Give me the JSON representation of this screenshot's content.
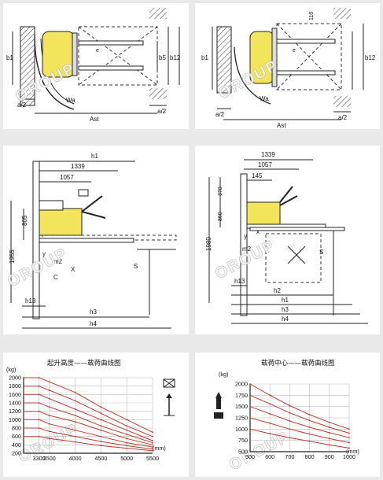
{
  "watermark": "OROUP",
  "panel1": {
    "labels": {
      "b1": "b1",
      "b5": "b5",
      "b12": "b12",
      "e": "e",
      "wa": "Wa",
      "ast": "Ast",
      "a2_left": "a/2",
      "a2_right": "a/2"
    }
  },
  "panel2": {
    "labels": {
      "top": "116",
      "b1": "b1",
      "b12": "b12",
      "e": "e",
      "wa": "Wa",
      "ast": "Ast",
      "a2_left": "a/2",
      "a2_right": "a/2"
    }
  },
  "panel3": {
    "labels": {
      "h1": "h1",
      "d1339": "1339",
      "d1057": "1057",
      "d805": "805",
      "d1955": "1955",
      "y": "y",
      "m2": "m2",
      "h13": "h13",
      "h3": "h3",
      "h4": "h4",
      "s": "S",
      "c": "C",
      "x": "X"
    }
  },
  "panel4": {
    "labels": {
      "d1339": "1339",
      "d1057": "1057",
      "d145": "145",
      "d370": "370",
      "d860": "860",
      "d1980": "1980",
      "y": "y",
      "x": "x",
      "m2": "m2",
      "h13": "h13",
      "h2": "h2",
      "h1": "h1",
      "h3": "h3",
      "h4": "h4",
      "s": "S"
    }
  },
  "chart_data": [
    {
      "type": "line",
      "title": "起升高度——载荷曲线图",
      "unit_y": "(kg)",
      "unit_x": "(mm)",
      "x_ticks": [
        3300,
        3500,
        4000,
        4500,
        5000,
        5500
      ],
      "y_ticks": [
        200,
        400,
        600,
        800,
        1000,
        1200,
        1400,
        1600,
        1800,
        2000
      ],
      "xlim": [
        3000,
        5500
      ],
      "ylim": [
        200,
        2000
      ],
      "series": [
        {
          "x": [
            3000,
            3300,
            3500,
            4000,
            4500,
            5000,
            5500
          ],
          "y": [
            2000,
            2000,
            1900,
            1650,
            1300,
            1000,
            700
          ]
        },
        {
          "x": [
            3000,
            3300,
            3500,
            4000,
            4500,
            5000,
            5500
          ],
          "y": [
            1800,
            1800,
            1700,
            1450,
            1150,
            850,
            600
          ]
        },
        {
          "x": [
            3000,
            3300,
            3500,
            4000,
            4500,
            5000,
            5500
          ],
          "y": [
            1600,
            1600,
            1500,
            1250,
            1000,
            750,
            500
          ]
        },
        {
          "x": [
            3000,
            3300,
            3500,
            4000,
            4500,
            5000,
            5500
          ],
          "y": [
            1400,
            1400,
            1300,
            1100,
            850,
            650,
            450
          ]
        },
        {
          "x": [
            3000,
            3300,
            3500,
            4000,
            4500,
            5000,
            5500
          ],
          "y": [
            1200,
            1200,
            1100,
            950,
            750,
            550,
            400
          ]
        },
        {
          "x": [
            3000,
            3300,
            3500,
            4000,
            4500,
            5000,
            5500
          ],
          "y": [
            1000,
            1000,
            900,
            750,
            600,
            450,
            350
          ]
        },
        {
          "x": [
            3000,
            3300,
            3500,
            4000,
            4500,
            5000,
            5500
          ],
          "y": [
            800,
            800,
            720,
            600,
            480,
            380,
            300
          ]
        },
        {
          "x": [
            3000,
            3300,
            3500,
            4000,
            4500,
            5000,
            5500
          ],
          "y": [
            600,
            600,
            550,
            470,
            380,
            320,
            260
          ]
        }
      ],
      "legend_icons": [
        "box-icon",
        "lift-arrow-icon"
      ]
    },
    {
      "type": "line",
      "title": "载荷中心——载荷曲线图",
      "unit_y": "(kg)",
      "unit_x": "(mm)",
      "x_ticks": [
        500,
        600,
        700,
        800,
        900,
        1000
      ],
      "y_ticks": [
        500,
        750,
        1000,
        1250,
        1500,
        1750,
        2000
      ],
      "xlim": [
        500,
        1000
      ],
      "ylim": [
        500,
        2000
      ],
      "series": [
        {
          "x": [
            500,
            600,
            700,
            800,
            900,
            1000
          ],
          "y": [
            2000,
            1750,
            1520,
            1320,
            1150,
            1000
          ]
        },
        {
          "x": [
            500,
            600,
            700,
            800,
            900,
            1000
          ],
          "y": [
            1750,
            1560,
            1360,
            1190,
            1040,
            910
          ]
        },
        {
          "x": [
            500,
            600,
            700,
            800,
            900,
            1000
          ],
          "y": [
            1500,
            1340,
            1180,
            1040,
            920,
            810
          ]
        },
        {
          "x": [
            500,
            600,
            700,
            800,
            900,
            1000
          ],
          "y": [
            1250,
            1130,
            1000,
            890,
            790,
            700
          ]
        },
        {
          "x": [
            500,
            600,
            700,
            800,
            900,
            1000
          ],
          "y": [
            1000,
            900,
            810,
            730,
            650,
            580
          ]
        }
      ],
      "legend_icons": [
        "lift-arrow-icon",
        "box-icon"
      ]
    }
  ]
}
